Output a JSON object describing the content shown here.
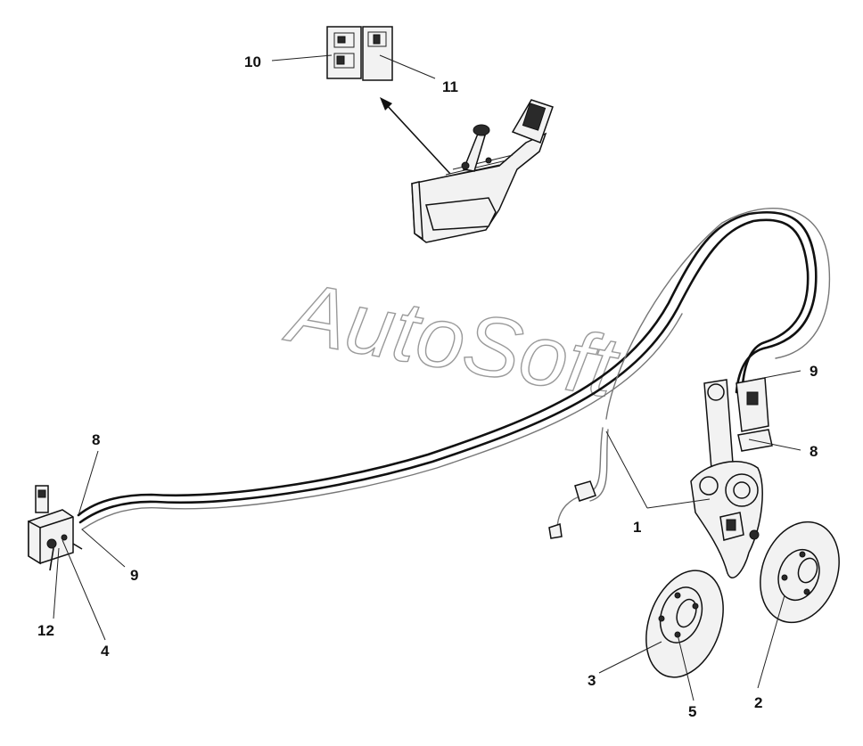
{
  "watermark": "AutoSoft",
  "callouts": [
    {
      "id": "c1",
      "text": "1"
    },
    {
      "id": "c2",
      "text": "2"
    },
    {
      "id": "c3",
      "text": "3"
    },
    {
      "id": "c4",
      "text": "4"
    },
    {
      "id": "c5",
      "text": "5"
    },
    {
      "id": "c8a",
      "text": "8"
    },
    {
      "id": "c8b",
      "text": "8"
    },
    {
      "id": "c9a",
      "text": "9"
    },
    {
      "id": "c9b",
      "text": "9"
    },
    {
      "id": "c10",
      "text": "10"
    },
    {
      "id": "c11",
      "text": "11"
    },
    {
      "id": "c12",
      "text": "12"
    }
  ]
}
